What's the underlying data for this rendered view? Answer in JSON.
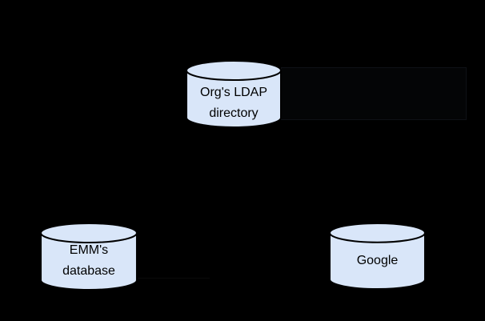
{
  "colors": {
    "background": "#000000",
    "node_fill": "#d9e6f9",
    "node_stroke": "#000000",
    "node_text": "#000000"
  },
  "nodes": [
    {
      "id": "org-ldap-directory",
      "shape": "database-cylinder",
      "label_lines": [
        "Org's LDAP",
        "directory"
      ]
    },
    {
      "id": "emm-database",
      "shape": "database-cylinder",
      "label_lines": [
        "EMM's",
        "database"
      ]
    },
    {
      "id": "google",
      "shape": "database-cylinder",
      "label_lines": [
        "Google"
      ]
    }
  ]
}
